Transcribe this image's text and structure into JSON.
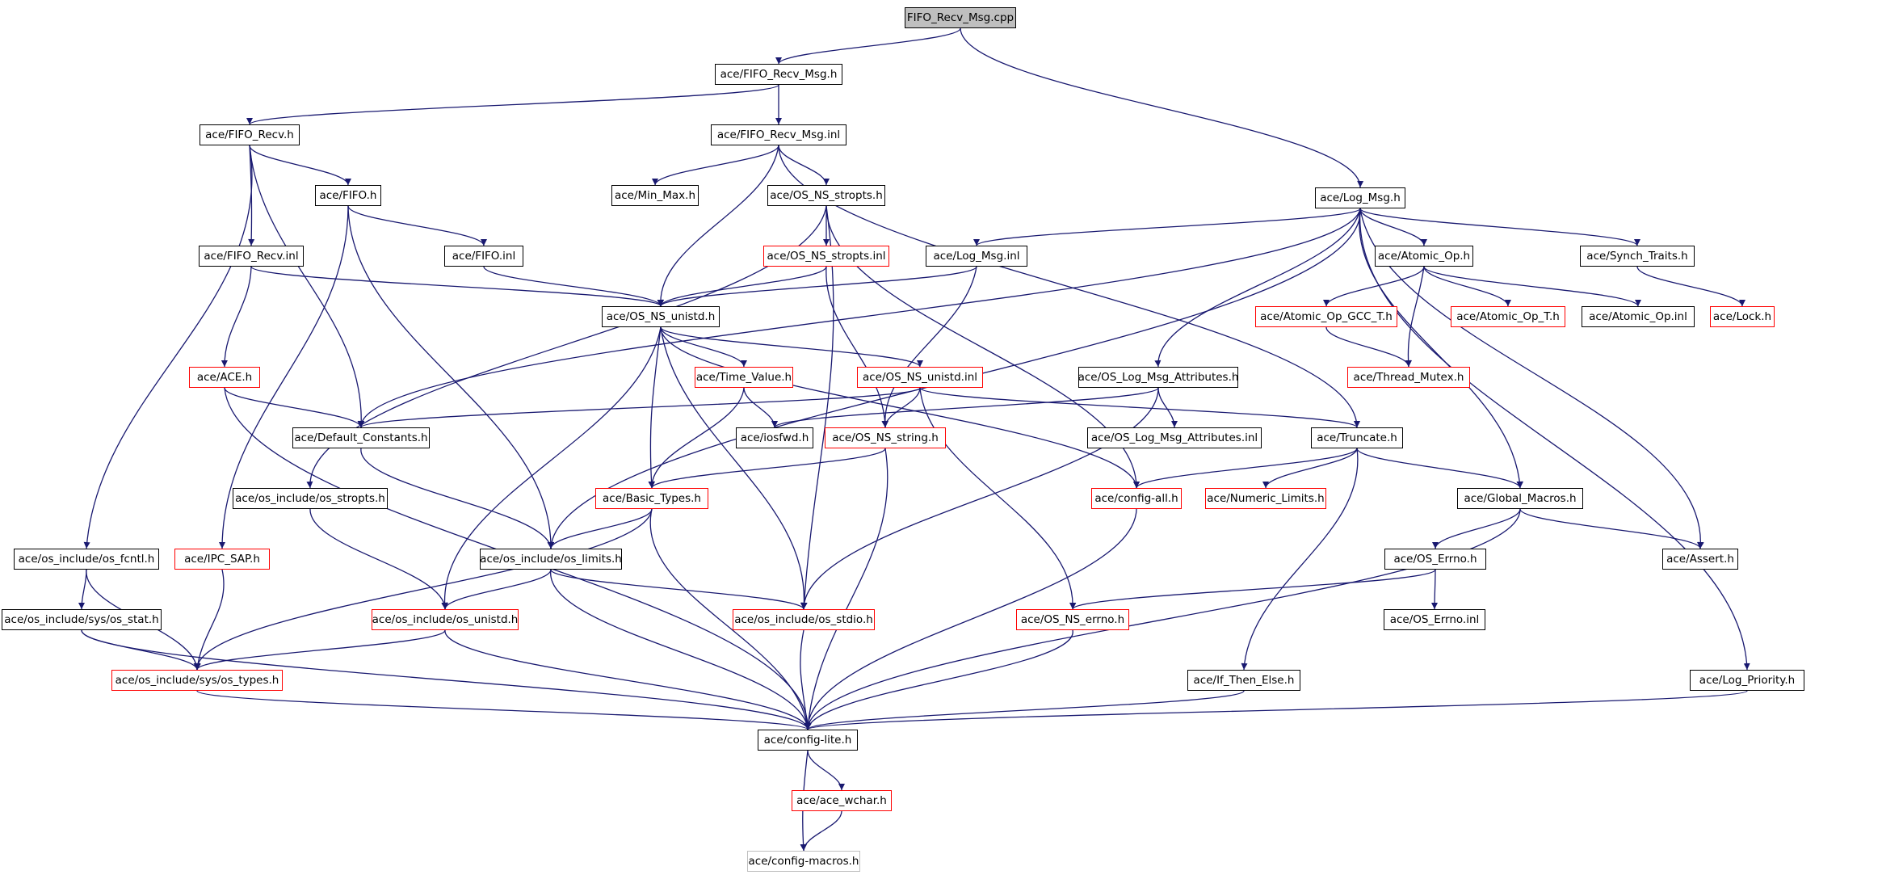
{
  "graph": {
    "edge_color": "#191970",
    "node_border_colors": {
      "black": "#000000",
      "red": "#ff0000",
      "gray": "#bfbfbf"
    },
    "root_fill": "#bfbfbf",
    "nodes": [
      {
        "id": "n0",
        "label": "FIFO_Recv_Msg.cpp",
        "style": "root"
      },
      {
        "id": "n1",
        "label": "ace/FIFO_Recv_Msg.h",
        "style": "black"
      },
      {
        "id": "n2",
        "label": "ace/Log_Msg.h",
        "style": "black"
      },
      {
        "id": "n3",
        "label": "ace/FIFO_Recv.h",
        "style": "black"
      },
      {
        "id": "n4",
        "label": "ace/FIFO_Recv_Msg.inl",
        "style": "black"
      },
      {
        "id": "n5",
        "label": "ace/FIFO.h",
        "style": "black"
      },
      {
        "id": "n6",
        "label": "ace/Min_Max.h",
        "style": "black"
      },
      {
        "id": "n7",
        "label": "ace/OS_NS_stropts.h",
        "style": "black"
      },
      {
        "id": "n8",
        "label": "ace/FIFO_Recv.inl",
        "style": "black"
      },
      {
        "id": "n9",
        "label": "ace/FIFO.inl",
        "style": "black"
      },
      {
        "id": "n10",
        "label": "ace/OS_NS_stropts.inl",
        "style": "red"
      },
      {
        "id": "n11",
        "label": "ace/Log_Msg.inl",
        "style": "black"
      },
      {
        "id": "n12",
        "label": "ace/Atomic_Op.h",
        "style": "black"
      },
      {
        "id": "n13",
        "label": "ace/Synch_Traits.h",
        "style": "black"
      },
      {
        "id": "n14",
        "label": "ace/OS_NS_unistd.h",
        "style": "black"
      },
      {
        "id": "n15",
        "label": "ace/Atomic_Op_GCC_T.h",
        "style": "red"
      },
      {
        "id": "n16",
        "label": "ace/Atomic_Op_T.h",
        "style": "red"
      },
      {
        "id": "n17",
        "label": "ace/Atomic_Op.inl",
        "style": "black"
      },
      {
        "id": "n18",
        "label": "ace/Lock.h",
        "style": "red"
      },
      {
        "id": "n19",
        "label": "ace/ACE.h",
        "style": "red"
      },
      {
        "id": "n20",
        "label": "ace/Time_Value.h",
        "style": "red"
      },
      {
        "id": "n21",
        "label": "ace/OS_NS_unistd.inl",
        "style": "red"
      },
      {
        "id": "n22",
        "label": "ace/OS_Log_Msg_Attributes.h",
        "style": "black"
      },
      {
        "id": "n23",
        "label": "ace/Thread_Mutex.h",
        "style": "red"
      },
      {
        "id": "n24",
        "label": "ace/Default_Constants.h",
        "style": "black"
      },
      {
        "id": "n25",
        "label": "ace/iosfwd.h",
        "style": "black"
      },
      {
        "id": "n26",
        "label": "ace/OS_NS_string.h",
        "style": "red"
      },
      {
        "id": "n27",
        "label": "ace/OS_Log_Msg_Attributes.inl",
        "style": "black"
      },
      {
        "id": "n28",
        "label": "ace/Truncate.h",
        "style": "black"
      },
      {
        "id": "n29",
        "label": "ace/os_include/os_stropts.h",
        "style": "black"
      },
      {
        "id": "n30",
        "label": "ace/Basic_Types.h",
        "style": "red"
      },
      {
        "id": "n31",
        "label": "ace/config-all.h",
        "style": "red"
      },
      {
        "id": "n32",
        "label": "ace/Numeric_Limits.h",
        "style": "red"
      },
      {
        "id": "n33",
        "label": "ace/Global_Macros.h",
        "style": "black"
      },
      {
        "id": "n34",
        "label": "ace/os_include/os_fcntl.h",
        "style": "black"
      },
      {
        "id": "n35",
        "label": "ace/IPC_SAP.h",
        "style": "red"
      },
      {
        "id": "n36",
        "label": "ace/os_include/os_limits.h",
        "style": "black"
      },
      {
        "id": "n37",
        "label": "ace/OS_Errno.h",
        "style": "black"
      },
      {
        "id": "n38",
        "label": "ace/Assert.h",
        "style": "black"
      },
      {
        "id": "n39",
        "label": "ace/os_include/sys/os_stat.h",
        "style": "black"
      },
      {
        "id": "n40",
        "label": "ace/os_include/os_unistd.h",
        "style": "red"
      },
      {
        "id": "n41",
        "label": "ace/os_include/os_stdio.h",
        "style": "red"
      },
      {
        "id": "n42",
        "label": "ace/OS_NS_errno.h",
        "style": "red"
      },
      {
        "id": "n43",
        "label": "ace/OS_Errno.inl",
        "style": "black"
      },
      {
        "id": "n44",
        "label": "ace/os_include/sys/os_types.h",
        "style": "red"
      },
      {
        "id": "n45",
        "label": "ace/If_Then_Else.h",
        "style": "black"
      },
      {
        "id": "n46",
        "label": "ace/Log_Priority.h",
        "style": "black"
      },
      {
        "id": "n47",
        "label": "ace/config-lite.h",
        "style": "black"
      },
      {
        "id": "n48",
        "label": "ace/ace_wchar.h",
        "style": "red"
      },
      {
        "id": "n49",
        "label": "ace/config-macros.h",
        "style": "gray"
      }
    ],
    "edges": [
      [
        "n0",
        "n1"
      ],
      [
        "n0",
        "n2"
      ],
      [
        "n1",
        "n3"
      ],
      [
        "n1",
        "n4"
      ],
      [
        "n3",
        "n5"
      ],
      [
        "n3",
        "n8"
      ],
      [
        "n3",
        "n24"
      ],
      [
        "n3",
        "n34"
      ],
      [
        "n4",
        "n6"
      ],
      [
        "n4",
        "n7"
      ],
      [
        "n4",
        "n14"
      ],
      [
        "n4",
        "n28"
      ],
      [
        "n5",
        "n9"
      ],
      [
        "n5",
        "n35"
      ],
      [
        "n5",
        "n36"
      ],
      [
        "n7",
        "n10"
      ],
      [
        "n7",
        "n29"
      ],
      [
        "n7",
        "n41"
      ],
      [
        "n7",
        "n31"
      ],
      [
        "n8",
        "n14"
      ],
      [
        "n8",
        "n19"
      ],
      [
        "n9",
        "n14"
      ],
      [
        "n10",
        "n14"
      ],
      [
        "n10",
        "n26"
      ],
      [
        "n11",
        "n14"
      ],
      [
        "n11",
        "n26"
      ],
      [
        "n2",
        "n11"
      ],
      [
        "n2",
        "n12"
      ],
      [
        "n2",
        "n13"
      ],
      [
        "n2",
        "n22"
      ],
      [
        "n2",
        "n24"
      ],
      [
        "n2",
        "n36"
      ],
      [
        "n2",
        "n33"
      ],
      [
        "n2",
        "n38"
      ],
      [
        "n2",
        "n46"
      ],
      [
        "n12",
        "n15"
      ],
      [
        "n12",
        "n16"
      ],
      [
        "n12",
        "n17"
      ],
      [
        "n12",
        "n23"
      ],
      [
        "n13",
        "n18"
      ],
      [
        "n15",
        "n23"
      ],
      [
        "n14",
        "n20"
      ],
      [
        "n14",
        "n21"
      ],
      [
        "n14",
        "n30"
      ],
      [
        "n14",
        "n40"
      ],
      [
        "n14",
        "n41"
      ],
      [
        "n14",
        "n31"
      ],
      [
        "n19",
        "n24"
      ],
      [
        "n19",
        "n47"
      ],
      [
        "n20",
        "n25"
      ],
      [
        "n20",
        "n30"
      ],
      [
        "n21",
        "n26"
      ],
      [
        "n21",
        "n24"
      ],
      [
        "n21",
        "n42"
      ],
      [
        "n21",
        "n28"
      ],
      [
        "n22",
        "n25"
      ],
      [
        "n22",
        "n27"
      ],
      [
        "n22",
        "n41"
      ],
      [
        "n24",
        "n36"
      ],
      [
        "n26",
        "n30"
      ],
      [
        "n26",
        "n47"
      ],
      [
        "n28",
        "n31"
      ],
      [
        "n28",
        "n32"
      ],
      [
        "n28",
        "n33"
      ],
      [
        "n28",
        "n45"
      ],
      [
        "n29",
        "n40"
      ],
      [
        "n30",
        "n36"
      ],
      [
        "n30",
        "n44"
      ],
      [
        "n30",
        "n47"
      ],
      [
        "n31",
        "n47"
      ],
      [
        "n33",
        "n37"
      ],
      [
        "n33",
        "n38"
      ],
      [
        "n33",
        "n47"
      ],
      [
        "n34",
        "n39"
      ],
      [
        "n34",
        "n44"
      ],
      [
        "n35",
        "n44"
      ],
      [
        "n36",
        "n40"
      ],
      [
        "n36",
        "n41"
      ],
      [
        "n36",
        "n47"
      ],
      [
        "n37",
        "n42"
      ],
      [
        "n37",
        "n43"
      ],
      [
        "n39",
        "n44"
      ],
      [
        "n39",
        "n47"
      ],
      [
        "n40",
        "n44"
      ],
      [
        "n40",
        "n47"
      ],
      [
        "n41",
        "n47"
      ],
      [
        "n42",
        "n47"
      ],
      [
        "n44",
        "n47"
      ],
      [
        "n45",
        "n47"
      ],
      [
        "n46",
        "n47"
      ],
      [
        "n47",
        "n48"
      ],
      [
        "n47",
        "n49"
      ],
      [
        "n48",
        "n49"
      ]
    ]
  }
}
